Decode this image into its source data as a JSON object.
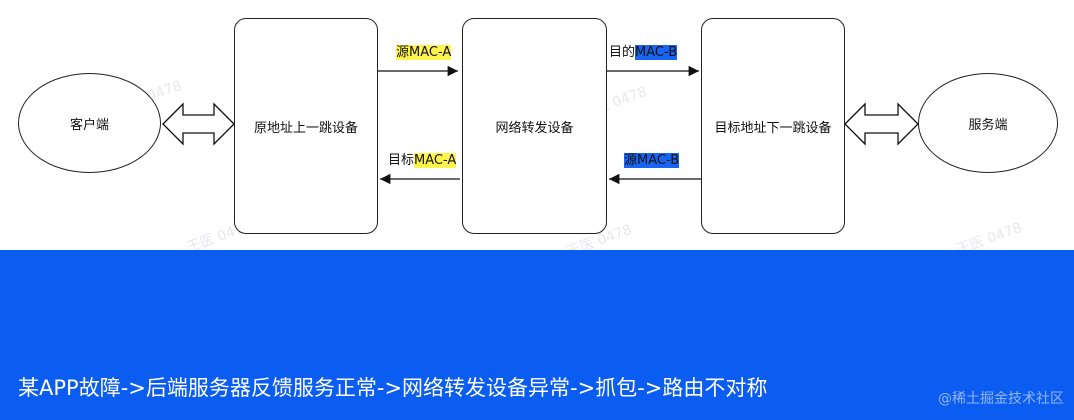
{
  "diagram": {
    "nodes": {
      "client": "客户端",
      "source_hop": "原地址上一跳设备",
      "forwarder": "网络转发设备",
      "dest_hop": "目标地址下一跳设备",
      "server": "服务端"
    },
    "edges": {
      "src_mac_a": {
        "prefix": "源",
        "highlight": "MAC-A"
      },
      "dst_mac_b": {
        "prefix": "目的",
        "highlight": "MAC-B"
      },
      "dst_mac_a": {
        "prefix": "目标",
        "highlight": "MAC-A"
      },
      "src_mac_b": {
        "prefix": "源",
        "highlight": "MAC-B"
      }
    },
    "watermark": "王医 0478",
    "highlight_colors": {
      "yellow": "#fff34d",
      "blue": "#1765f2"
    }
  },
  "banner": {
    "caption": "某APP故障->后端服务器反馈服务正常->网络转发设备异常->抓包->路由不对称",
    "credit": "@稀土掘金技术社区",
    "background": "#0b5cf0"
  }
}
